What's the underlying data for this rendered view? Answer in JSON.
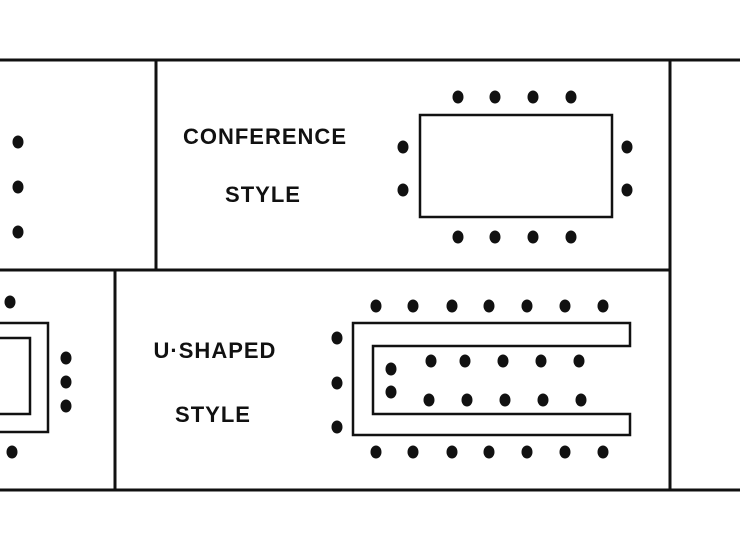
{
  "panels": {
    "conference": {
      "title_line1": "CONFERENCE",
      "title_line2": "STYLE"
    },
    "u_shaped": {
      "title_line1": "U·SHAPED",
      "title_line2": "STYLE"
    }
  },
  "colors": {
    "ink": "#111111",
    "paper": "#ffffff"
  }
}
